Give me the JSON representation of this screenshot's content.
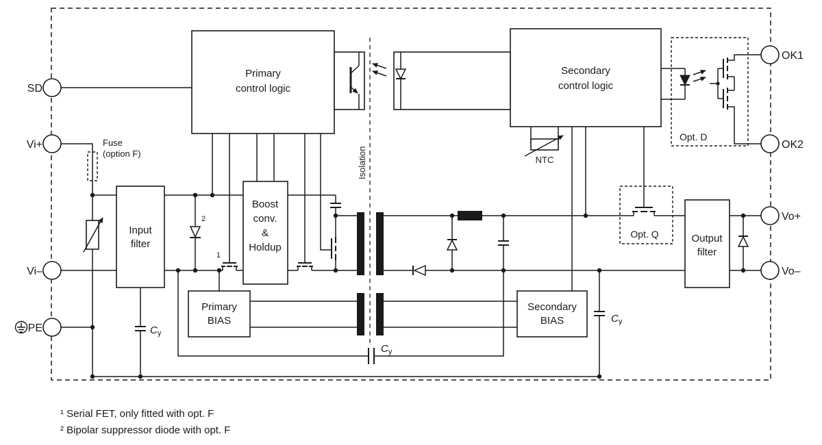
{
  "terminals": {
    "sd": "SD",
    "vi_plus": "Vi+",
    "vi_minus": "Vi–",
    "pe": "PE",
    "ok1": "OK1",
    "ok2": "OK2",
    "vo_plus": "Vo+",
    "vo_minus": "Vo–"
  },
  "blocks": {
    "primary_control": {
      "line1": "Primary",
      "line2": "control logic"
    },
    "secondary_control": {
      "line1": "Secondary",
      "line2": "control logic"
    },
    "input_filter": {
      "line1": "Input",
      "line2": "filter"
    },
    "boost": {
      "line1": "Boost",
      "line2": "conv.",
      "line3": "&",
      "line4": "Holdup"
    },
    "primary_bias": {
      "line1": "Primary",
      "line2": "BIAS"
    },
    "secondary_bias": {
      "line1": "Secondary",
      "line2": "BIAS"
    },
    "output_filter": {
      "line1": "Output",
      "line2": "filter"
    }
  },
  "labels": {
    "fuse_line1": "Fuse",
    "fuse_line2": "(option F)",
    "isolation": "Isolation",
    "ntc": "NTC",
    "opt_d": "Opt. D",
    "opt_q": "Opt. Q",
    "cy_c": "C",
    "cy_sub": "y",
    "marker_serial_fet": "1",
    "marker_suppressor": "2"
  },
  "footnotes": {
    "note1": "¹ Serial FET, only fitted with opt. F",
    "note2": "² Bipolar suppressor diode with opt. F"
  },
  "colors": {
    "line": "#1a1a1a",
    "background": "#ffffff"
  }
}
